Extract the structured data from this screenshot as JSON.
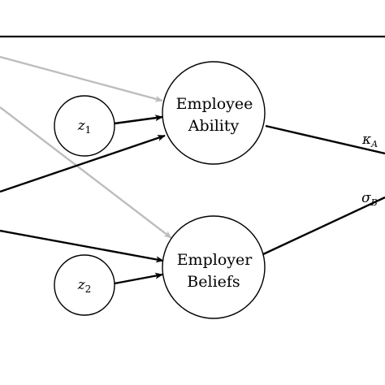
{
  "nodes": {
    "employee_ability": {
      "line1": "Employee",
      "line2": "Ability"
    },
    "employer_beliefs": {
      "line1": "Employer",
      "line2": "Beliefs"
    },
    "z1": {
      "symbol": "z",
      "subscript": "1"
    },
    "z2": {
      "symbol": "z",
      "subscript": "2"
    }
  },
  "params": {
    "kappa_a": {
      "symbol": "κ",
      "subscript": "A"
    },
    "sigma_b": {
      "symbol": "σ",
      "subscript": "B"
    }
  },
  "colors": {
    "edge_dark": "#000000",
    "edge_light": "#bdbdbd",
    "node_fill": "#ffffff"
  }
}
